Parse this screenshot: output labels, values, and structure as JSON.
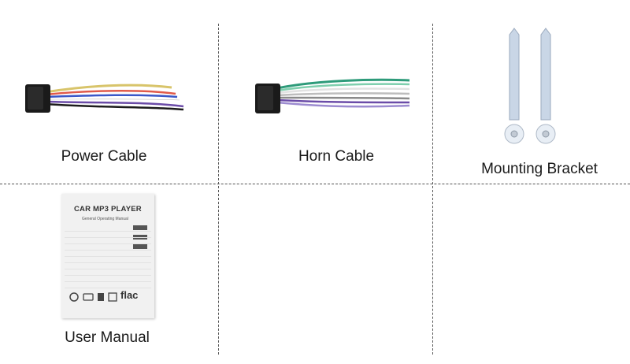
{
  "items": [
    {
      "label": "Power Cable",
      "icon": "power-cable-icon"
    },
    {
      "label": "Horn Cable",
      "icon": "horn-cable-icon"
    },
    {
      "label": "Mounting Bracket",
      "icon": "mounting-bracket-icon"
    },
    {
      "label": "User Manual",
      "icon": "user-manual-icon"
    }
  ],
  "manual": {
    "title": "CAR MP3 PLAYER",
    "subtitle": "General Operating Manual",
    "flac": "flac"
  }
}
